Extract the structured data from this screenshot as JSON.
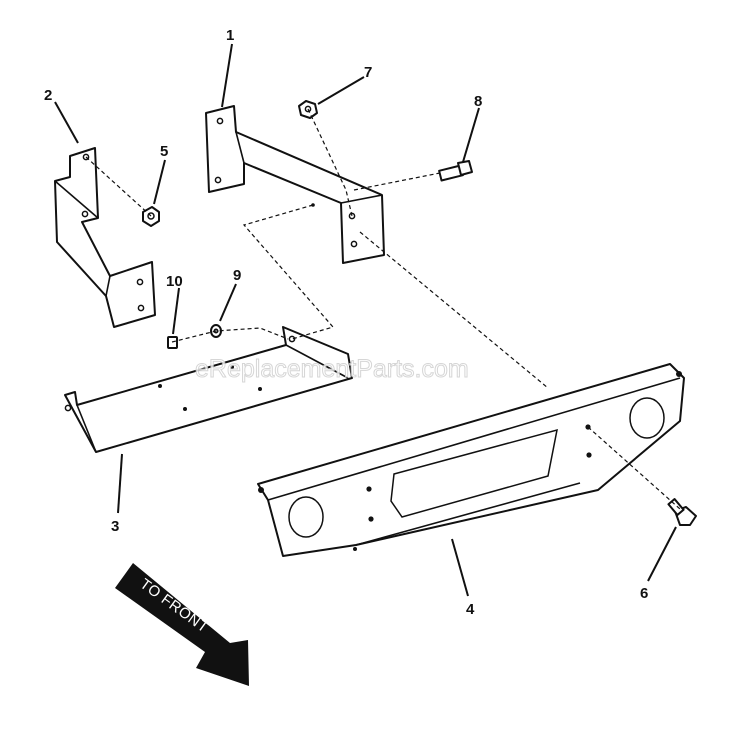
{
  "diagram": {
    "callouts": [
      {
        "id": "1",
        "label": "1"
      },
      {
        "id": "2",
        "label": "2"
      },
      {
        "id": "3",
        "label": "3"
      },
      {
        "id": "4",
        "label": "4"
      },
      {
        "id": "5",
        "label": "5"
      },
      {
        "id": "6",
        "label": "6"
      },
      {
        "id": "7",
        "label": "7"
      },
      {
        "id": "8",
        "label": "8"
      },
      {
        "id": "9",
        "label": "9"
      },
      {
        "id": "10",
        "label": "10"
      }
    ],
    "direction_label": "TO FRONT",
    "watermark": "eReplacementParts.com"
  },
  "colors": {
    "line": "#111111",
    "arrow_fill": "#111111",
    "background": "#ffffff"
  }
}
